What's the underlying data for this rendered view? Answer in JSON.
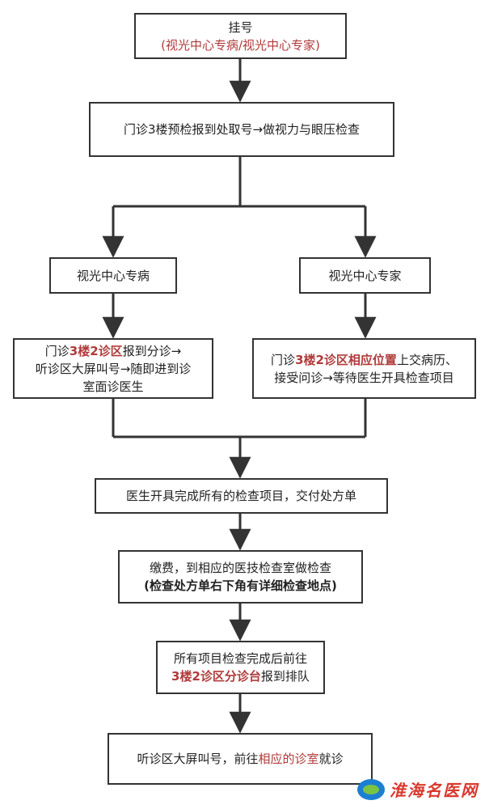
{
  "flowchart": {
    "step_register": {
      "title": "挂号",
      "subtitle": "(视光中心专病/视光中心专家)"
    },
    "step_pre_check": "门诊3楼预检报到处取号→做视力与眼压检查",
    "branch_special_disease": "视光中心专病",
    "branch_expert": "视光中心专家",
    "step_special_report": {
      "line1_pre": "门诊",
      "line1_red": "3楼2诊区",
      "line1_post": "报到分诊→",
      "line2": "听诊区大屏叫号→随即进到诊",
      "line3": "室面诊医生"
    },
    "step_expert_report": {
      "line1_pre": "门诊",
      "line1_red": "3楼2诊区相应位置",
      "line1_post": "上交病历、",
      "line2": "接受问诊→等待医生开具检查项目"
    },
    "step_doctor_orders": "医生开具完成所有的检查项目，交付处方单",
    "step_payment": {
      "line1": "缴费，到相应的医技检查室做检查",
      "line2": "(检查处方单右下角有详细检查地点)"
    },
    "step_after_checks": {
      "line1": "所有项目检查完成后前往",
      "line2_red": "3楼2诊区分诊台",
      "line2_post": "报到排队"
    },
    "step_final": {
      "pre": "听诊区大屏叫号，前往",
      "red": "相应的诊室",
      "post": "就诊"
    }
  },
  "watermark": {
    "text": "淮海名医网",
    "icon": "hospital-logo-icon"
  },
  "colors": {
    "highlight": "#b03a3a",
    "border": "#333333",
    "watermark": "#d93a2e"
  }
}
